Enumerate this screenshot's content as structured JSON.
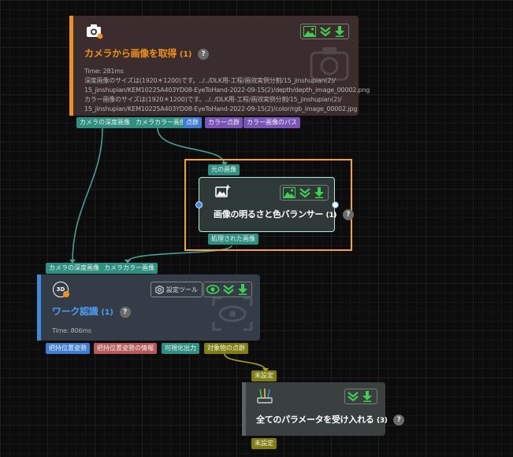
{
  "nodes": {
    "capture": {
      "title": "カメラから画像を取得",
      "count": "(1)",
      "help": "?",
      "info_lines": [
        "Time: 281ms",
        "深度画像のサイズは(1920＊1200)です。../../DLK用-工程/画效実例分割/15_jinshupian(2)/",
        "15_jinshupian/KEM10225A403YD08-EyeToHand-2022-09-15(2)/depth/depth_image_00002.png",
        "カラー画像のサイズは(1920＊1200)です。../../DLK用-工程/画效実例分割/15_jinshupian(2)/",
        "15_jinshupian/KEM10225A403YD08-EyeToHand-2022-09-15(2)/color/rgb_image_00002.jpg"
      ],
      "outputs": [
        "カメラの深度画像",
        "カメラカラー画像",
        "点群",
        "カラー点群",
        "カラー画像のパス"
      ]
    },
    "balancer": {
      "title": "画像の明るさと色バランサー",
      "count": "(1)",
      "help": "?",
      "input": "元の画像",
      "output": "処理された画像"
    },
    "workpiece": {
      "title": "ワーク認識",
      "count": "(1)",
      "help": "?",
      "badge": "3D",
      "time": "Time: 806ms",
      "settings_label": "設定ツール",
      "inputs": [
        "カメラの深度画像",
        "カメラカラー画像"
      ],
      "outputs": [
        "把持位置姿勢",
        "把持位置姿勢の情報",
        "可視化出力",
        "対象物の点群"
      ]
    },
    "params": {
      "title": "全てのパラメータを受け入れる",
      "count": "(3)",
      "help": "?",
      "input": "未設定",
      "output": "未設定"
    }
  },
  "colors": {
    "orange_accent": "#f0901c",
    "blue_accent": "#3d8be0",
    "highlight_border": "#f2a33a",
    "teal_port": "#2f8f80",
    "green_icon": "#3fcf52"
  }
}
